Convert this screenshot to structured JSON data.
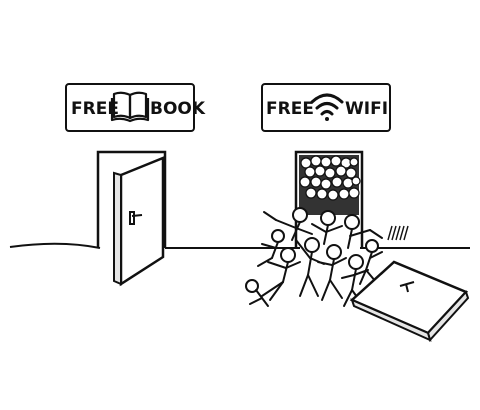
{
  "book_sign": {
    "left": "FREE",
    "right": "BOOK",
    "icon": "open-book-icon"
  },
  "wifi_sign": {
    "left": "FREE",
    "right": "WIFI",
    "icon": "wifi-icon"
  },
  "colors": {
    "ink": "#111111",
    "paper": "#ffffff",
    "door_shade": "#e6e6e6"
  }
}
